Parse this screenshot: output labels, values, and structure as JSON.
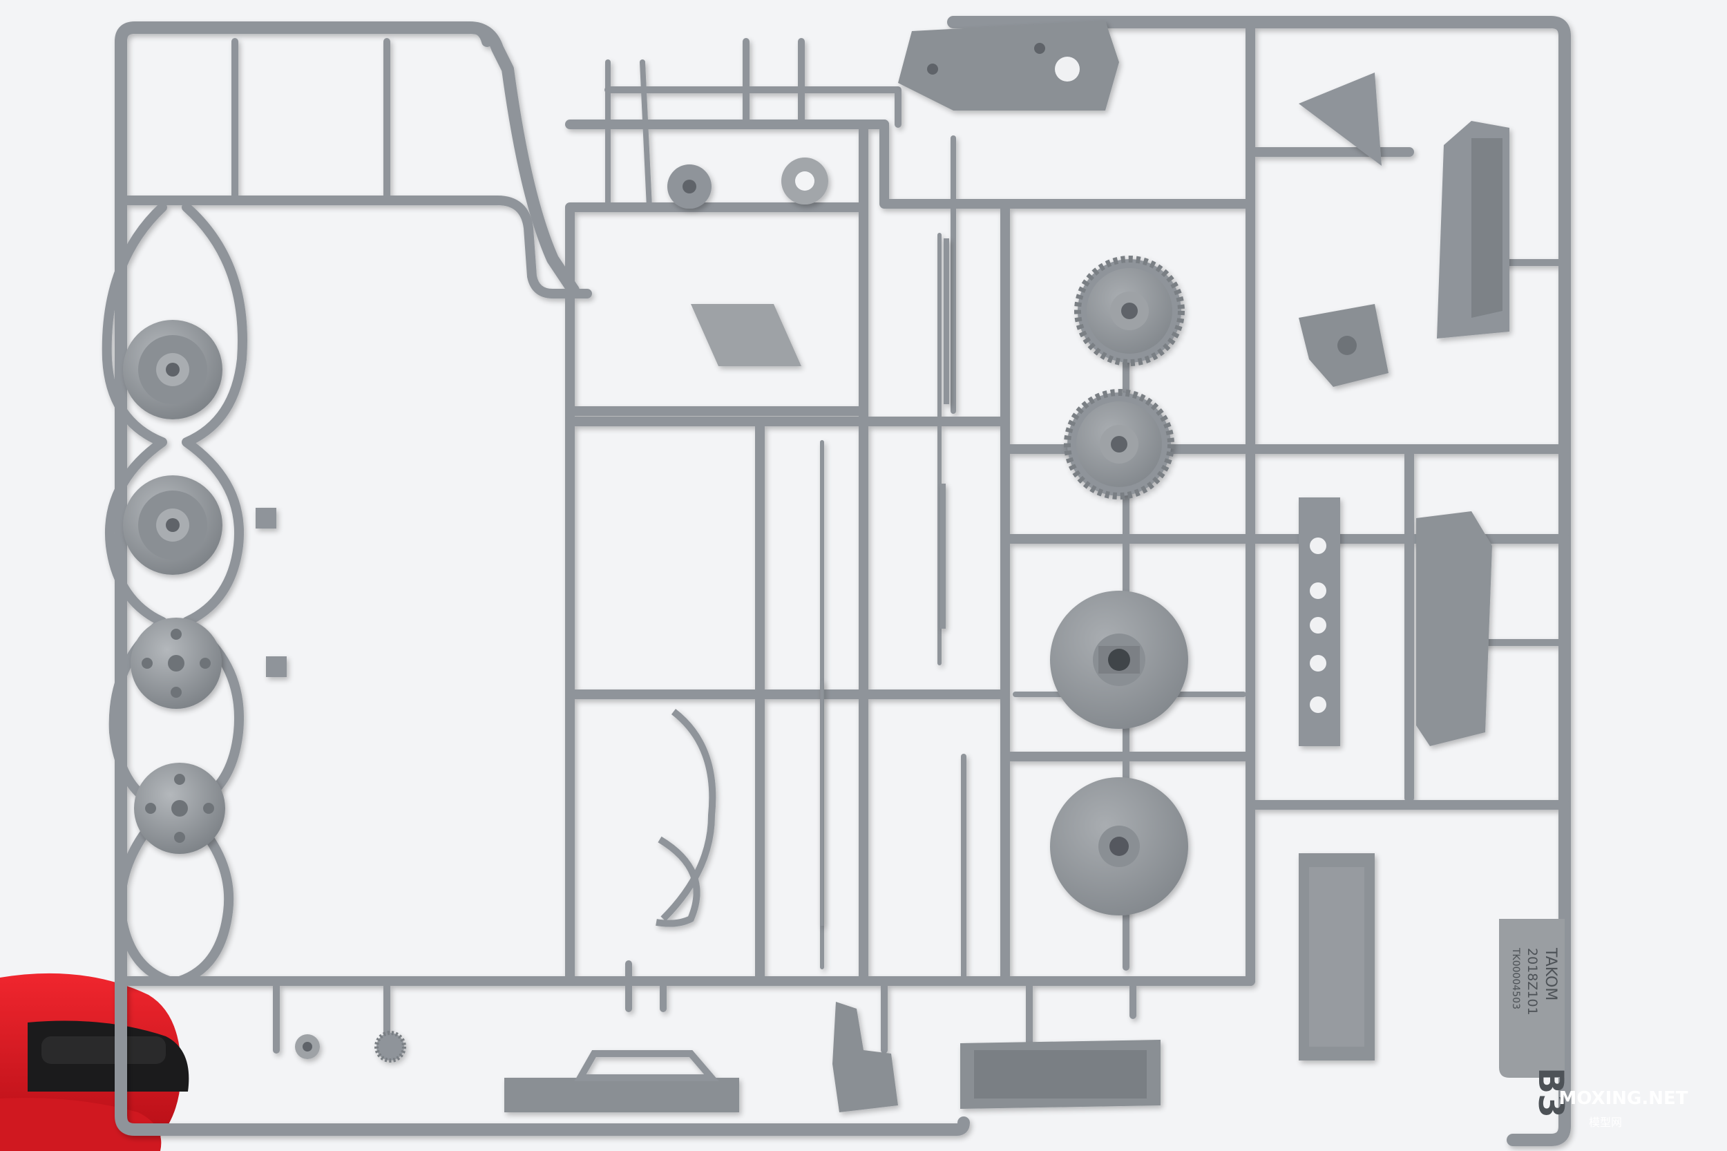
{
  "photo": {
    "subject": "plastic model kit sprue, grey parts",
    "sprue_letter": "B3",
    "sprue_code": "2018Z101",
    "sprue_sub_code": "TK00004503",
    "brand_text": "TAKOM",
    "watermark_main": "MOXING.NET",
    "watermark_sub": "模型网",
    "colors": {
      "background": "#f3f4f6",
      "plastic": "#8f949a",
      "plastic_dark": "#6e7378",
      "plastic_light": "#b3b7bb",
      "clamp_red": "#e0151f",
      "clamp_black": "#1b1b1c"
    }
  }
}
